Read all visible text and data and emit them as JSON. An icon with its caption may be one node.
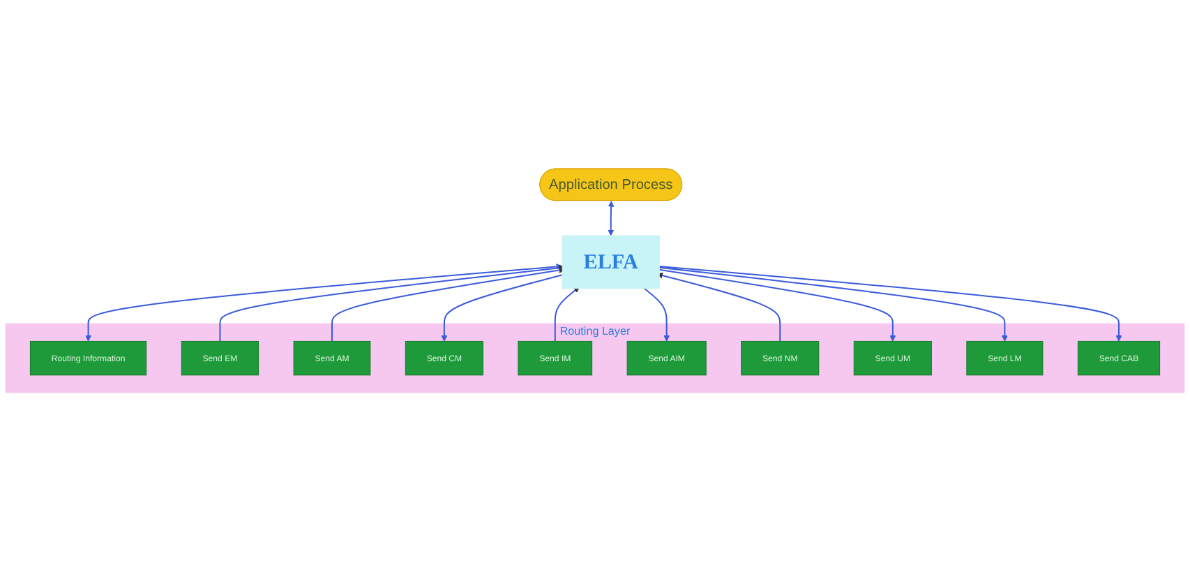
{
  "diagram": {
    "nodes": [
      {
        "text": [
          "Application Process"
        ]
      },
      {
        "text": [
          "ELFA"
        ]
      },
      {
        "text": [
          "Routing Layer"
        ]
      },
      {
        "text": [
          "Routing Information"
        ],
        "in": 2
      },
      {
        "text": [
          "Send EM"
        ],
        "in": 2
      },
      {
        "text": [
          "Send AM"
        ],
        "in": 2
      },
      {
        "text": [
          "Send CM"
        ],
        "in": 2
      },
      {
        "text": [
          "Send IM"
        ],
        "in": 2
      },
      {
        "text": [
          "Send AIM"
        ],
        "in": 2
      },
      {
        "text": [
          "Send NM"
        ],
        "in": 2
      },
      {
        "text": [
          "Send UM"
        ],
        "in": 2
      },
      {
        "text": [
          "Send LM"
        ],
        "in": 2
      },
      {
        "text": [
          "Send CAB"
        ],
        "in": 2
      }
    ],
    "edges": [
      {
        "from": 0,
        "to": 1,
        "arrow": "both"
      },
      {
        "from": 3,
        "to": 1,
        "arrow": "both"
      },
      {
        "from": 4,
        "to": 1,
        "arrow": "to"
      },
      {
        "from": 5,
        "to": 1,
        "arrow": "to"
      },
      {
        "from": 1,
        "to": 6,
        "arrow": "to"
      },
      {
        "from": 7,
        "to": 1,
        "arrow": "to"
      },
      {
        "from": 1,
        "to": 8,
        "arrow": "to"
      },
      {
        "from": 9,
        "to": 1,
        "arrow": "to"
      },
      {
        "from": 1,
        "to": 10,
        "arrow": "to"
      },
      {
        "from": 1,
        "to": 11,
        "arrow": "to"
      },
      {
        "from": 1,
        "to": 12,
        "arrow": "to"
      }
    ]
  }
}
